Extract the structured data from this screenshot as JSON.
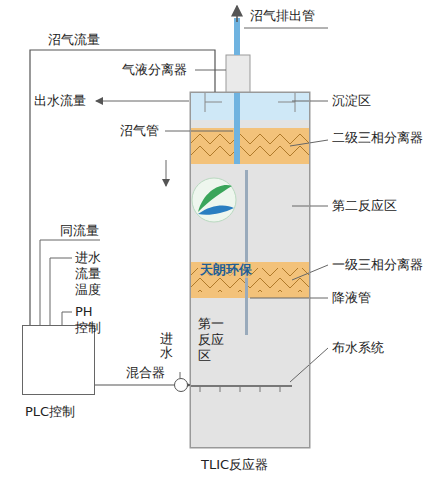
{
  "diagram": {
    "nodes": [
      {
        "text": [
          "PLC控制"
        ]
      },
      {
        "text": [
          "TLIC反应器"
        ]
      },
      {
        "text": [
          "混合器"
        ]
      }
    ],
    "edges": [
      {
        "from": 0,
        "to": 1,
        "arrow": "none"
      },
      {
        "from": 0,
        "to": 2,
        "arrow": "none"
      },
      {
        "from": 2,
        "to": 1,
        "arrow": "to"
      }
    ],
    "labels": [
      "沼气流量",
      "沼气排出管",
      "气液分离器",
      "出水流量",
      "沉淀区",
      "沼气管",
      "二级三相分离器",
      "第二反应区",
      "同流量",
      "一级三相分离器",
      "进水 流量 温度",
      "降液管",
      "PH 控制",
      "第一 反应区",
      "进水",
      "布水系统",
      "天朗环保"
    ]
  }
}
